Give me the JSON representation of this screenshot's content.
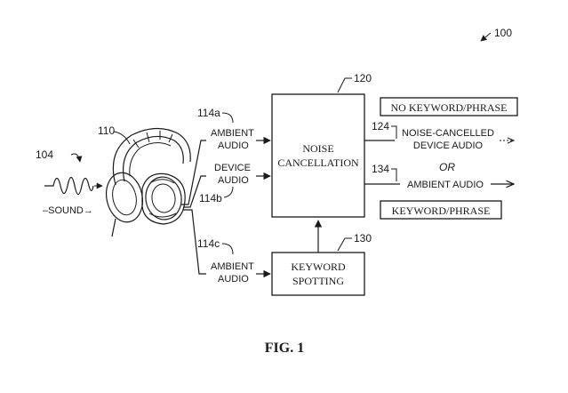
{
  "figure_number": "100",
  "figure_caption": "FIG. 1",
  "headphones": {
    "ref": "110",
    "sound_ref": "104",
    "sound_label": "SOUND"
  },
  "inputs": [
    {
      "ref": "114a",
      "line1": "AMBIENT",
      "line2": "AUDIO"
    },
    {
      "ref": "114b",
      "line1": "DEVICE",
      "line2": "AUDIO"
    },
    {
      "ref": "114c",
      "line1": "AMBIENT",
      "line2": "AUDIO"
    }
  ],
  "noise_cancellation": {
    "ref": "120",
    "line1": "NOISE",
    "line2": "CANCELLATION"
  },
  "keyword_spotting": {
    "ref": "130",
    "line1": "KEYWORD",
    "line2": "SPOTTING"
  },
  "outputs": {
    "no_keyword_label": "NO KEYWORD/PHRASE",
    "keyword_label": "KEYWORD/PHRASE",
    "or_label": "OR",
    "cancelled": {
      "ref": "124",
      "line1": "NOISE-CANCELLED",
      "line2": "DEVICE AUDIO"
    },
    "ambient": {
      "ref": "134",
      "label": "AMBIENT AUDIO"
    }
  }
}
